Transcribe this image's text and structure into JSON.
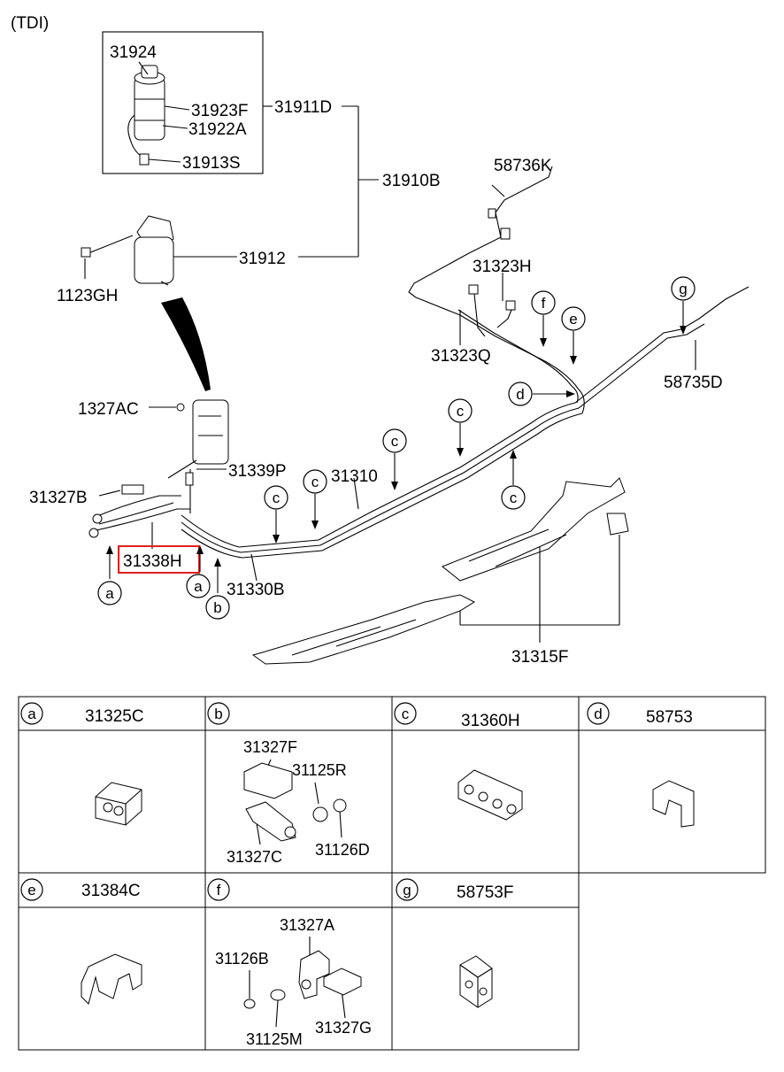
{
  "variant_label": "(TDI)",
  "highlight_color": "#e0201c",
  "callouts": {
    "p31924": "31924",
    "p31923F": "31923F",
    "p31922A": "31922A",
    "p31913S": "31913S",
    "p31911D": "31911D",
    "p31910B": "31910B",
    "p31912": "31912",
    "p1123GH": "1123GH",
    "p58736K": "58736K",
    "p31323H": "31323H",
    "p31323Q": "31323Q",
    "p58735D": "58735D",
    "p1327AC": "1327AC",
    "p31339P": "31339P",
    "p31310": "31310",
    "p31327B": "31327B",
    "p31338H": "31338H",
    "p31330B": "31330B",
    "p31315F": "31315F"
  },
  "markers": {
    "a": "a",
    "b": "b",
    "c": "c",
    "d": "d",
    "e": "e",
    "f": "f",
    "g": "g"
  },
  "legend": [
    {
      "letter": "a",
      "part": "31325C",
      "sub": []
    },
    {
      "letter": "b",
      "part": "",
      "sub": [
        "31327F",
        "31125R",
        "31327C",
        "31126D"
      ]
    },
    {
      "letter": "c",
      "part": "31360H",
      "sub": []
    },
    {
      "letter": "d",
      "part": "58753",
      "sub": []
    },
    {
      "letter": "e",
      "part": "31384C",
      "sub": []
    },
    {
      "letter": "f",
      "part": "",
      "sub": [
        "31327A",
        "31126B",
        "31125M",
        "31327G"
      ]
    },
    {
      "letter": "g",
      "part": "58753F",
      "sub": []
    }
  ]
}
